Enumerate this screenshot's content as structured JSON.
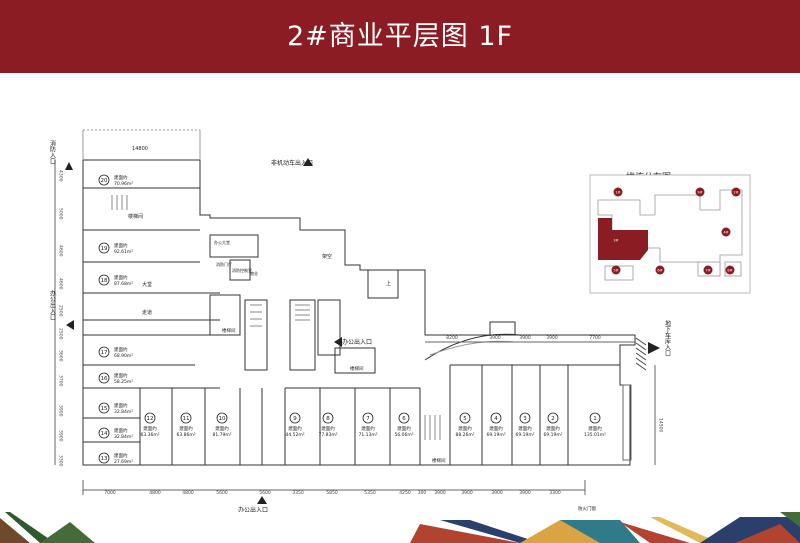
{
  "header": {
    "title": "2#商业平层图 1F"
  },
  "colors": {
    "banner": "#8b1c24",
    "unit_badge": "#8b1c24",
    "highlight": "#8b1c24"
  },
  "entrances": {
    "fire_entrance": "消防入口",
    "office_left": "办公出入口",
    "non_motor": "非机动车出入口",
    "office_center": "办公出入口",
    "office_bottom": "办公出入口",
    "parking": "地下车库入口"
  },
  "dimensions": {
    "top_width": "14800",
    "left_side": [
      "4300",
      "5000",
      "4600",
      "4600",
      "2500",
      "2500",
      "3600",
      "3700",
      "3900",
      "3900",
      "3300"
    ],
    "bottom": [
      "7000",
      "4800",
      "4800",
      "5600",
      "5600",
      "3350",
      "5850",
      "5350",
      "4250",
      "300",
      "3900",
      "3900",
      "3900",
      "3900",
      "3300"
    ],
    "right_top": [
      "8200",
      "3900",
      "3900",
      "3900",
      "7700"
    ],
    "right_side": "14500"
  },
  "rooms": {
    "stair_left": "楼梯间",
    "lobby": "大堂",
    "corridor": "走道",
    "void": "架空",
    "stair_mid": "楼梯间",
    "stair_bottom": "楼梯间",
    "stair_right": "楼梯间",
    "office_lobby": "办公大堂",
    "fire_room": "消防门厅",
    "service": "消防控制室",
    "security": "物业",
    "up_label": "上",
    "gate_label": "防火门窗"
  },
  "units": [
    {
      "num": "20",
      "label": "建面约",
      "area": "70.96m²"
    },
    {
      "num": "19",
      "label": "建面约",
      "area": "92.61m²"
    },
    {
      "num": "18",
      "label": "建面约",
      "area": "87.68m²"
    },
    {
      "num": "17",
      "label": "建面约",
      "area": "68.90m²"
    },
    {
      "num": "16",
      "label": "建面约",
      "area": "58.25m²"
    },
    {
      "num": "15",
      "label": "建面约",
      "area": "32.84m²"
    },
    {
      "num": "14",
      "label": "建面约",
      "area": "32.84m²"
    },
    {
      "num": "13",
      "label": "建面约",
      "area": "27.69m²"
    },
    {
      "num": "12",
      "label": "建面约",
      "area": "63.36m²"
    },
    {
      "num": "11",
      "label": "建面约",
      "area": "63.86m²"
    },
    {
      "num": "10",
      "label": "建面约",
      "area": "81.79m²"
    },
    {
      "num": "9",
      "label": "建面约",
      "area": "44.52m²"
    },
    {
      "num": "8",
      "label": "建面约",
      "area": "77.83m²"
    },
    {
      "num": "7",
      "label": "建面约",
      "area": "71.13m²"
    },
    {
      "num": "6",
      "label": "建面约",
      "area": "56.06m²"
    },
    {
      "num": "5",
      "label": "建面约",
      "area": "88.26m²"
    },
    {
      "num": "4",
      "label": "建面约",
      "area": "69.19m²"
    },
    {
      "num": "3",
      "label": "建面约",
      "area": "69.19m²"
    },
    {
      "num": "2",
      "label": "建面约",
      "area": "69.19m²"
    },
    {
      "num": "1",
      "label": "建面约",
      "area": "135.01m²"
    }
  ],
  "keyplan": {
    "title": "楼栋分布图",
    "subtitle": "（以下楼栋编号为规划编号）",
    "buildings": [
      "1#",
      "2#",
      "3#",
      "4#",
      "5#",
      "6#",
      "7#",
      "8#",
      "9#"
    ]
  }
}
